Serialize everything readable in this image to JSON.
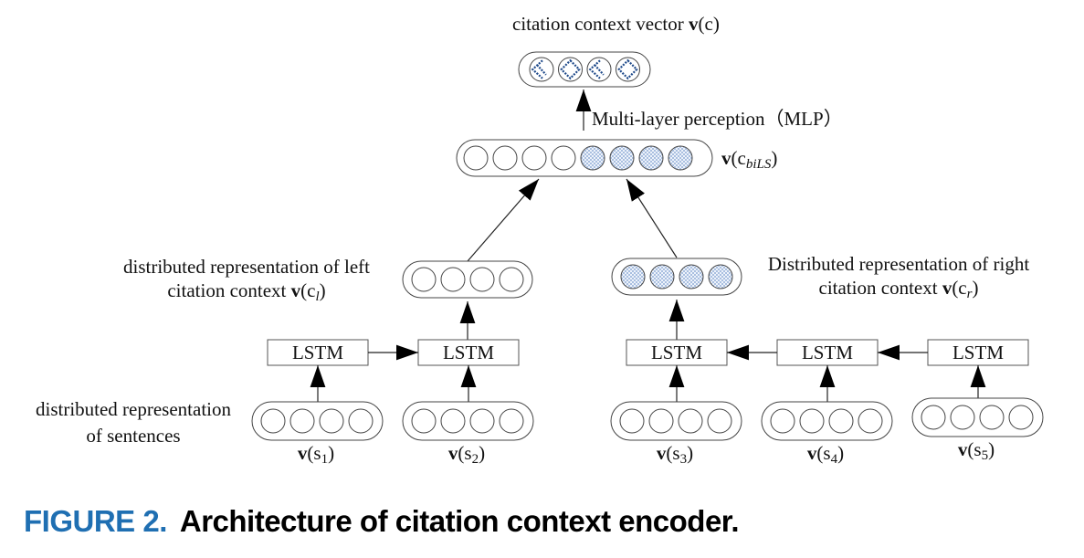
{
  "figure": {
    "caption_label": "FIGURE 2.",
    "caption_text": "Architecture of citation context encoder.",
    "colors": {
      "caption_label": "#1f6fb2",
      "pattern_blue": "#1f4a8a",
      "checker_blue": "#b9cbe6"
    }
  },
  "labels": {
    "output_vector": "citation context vector",
    "output_symbol": "v",
    "output_arg": "(c)",
    "mlp": "Multi-layer perception（MLP）",
    "bils_symbol": "v",
    "bils_open": "(c",
    "bils_sub": "biLS",
    "bils_close": ")",
    "left_line1": "distributed representation of left",
    "left_line2": "citation context",
    "left_symbol": "v",
    "left_open": "(c",
    "left_sub": "l",
    "left_close": ")",
    "right_line1": "Distributed representation of right",
    "right_line2": "citation context",
    "right_symbol": "v",
    "right_open": "(c",
    "right_sub": "r",
    "right_close": ")",
    "sent_line1": "distributed representation",
    "sent_line2": "of sentences"
  },
  "lstm_label": "LSTM",
  "sentences": [
    {
      "symbol": "v",
      "open": "(s",
      "sub": "1",
      "close": ")"
    },
    {
      "symbol": "v",
      "open": "(s",
      "sub": "2",
      "close": ")"
    },
    {
      "symbol": "v",
      "open": "(s",
      "sub": "3",
      "close": ")"
    },
    {
      "symbol": "v",
      "open": "(s",
      "sub": "4",
      "close": ")"
    },
    {
      "symbol": "v",
      "open": "(s",
      "sub": "5",
      "close": ")"
    }
  ],
  "nodes": {
    "output_vector_units": [
      "pattern-a",
      "pattern-b",
      "pattern-a",
      "pattern-b"
    ],
    "bils_units": [
      "plain",
      "plain",
      "plain",
      "plain",
      "checker",
      "checker",
      "checker",
      "checker"
    ],
    "left_context_units": [
      "plain",
      "plain",
      "plain",
      "plain"
    ],
    "right_context_units": [
      "checker",
      "checker",
      "checker",
      "checker"
    ],
    "sentence_units": [
      "plain",
      "plain",
      "plain",
      "plain"
    ]
  }
}
